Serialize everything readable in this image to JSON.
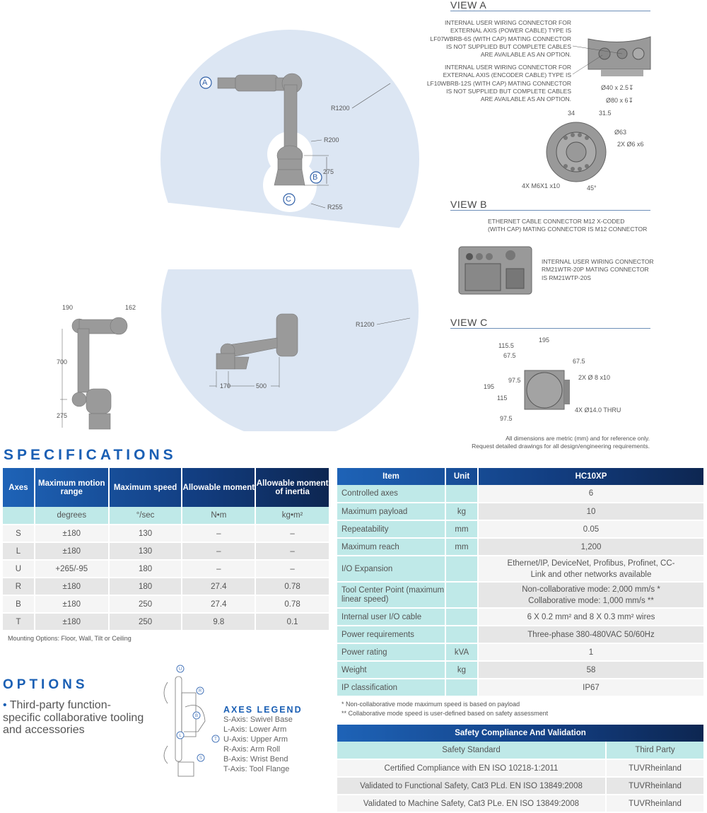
{
  "drawings": {
    "top": {
      "callouts": [
        "A",
        "B",
        "C"
      ],
      "dims": [
        "R1200",
        "R200",
        "275",
        "R255"
      ]
    },
    "side": {
      "dims": [
        "190",
        "162",
        "700",
        "275"
      ]
    },
    "plan": {
      "dims": [
        "170",
        "500",
        "R1200"
      ]
    }
  },
  "view_a": {
    "title": "VIEW A",
    "note1": [
      "INTERNAL USER WIRING CONNECTOR FOR",
      "EXTERNAL AXIS (POWER CABLE) TYPE IS",
      "LF07WBRB-6S (WITH CAP) MATING CONNECTOR",
      "IS NOT SUPPLIED BUT COMPLETE CABLES",
      "ARE AVAILABLE AS AN OPTION."
    ],
    "note2": [
      "INTERNAL USER WIRING CONNECTOR FOR",
      "EXTERNAL AXIS (ENCODER CABLE) TYPE IS",
      "LF10WBRB-12S (WITH CAP) MATING CONNECTOR",
      "IS NOT SUPPLIED BUT COMPLETE CABLES",
      "ARE AVAILABLE AS AN OPTION."
    ],
    "dims": [
      "Ø40 x 2.5↧",
      "Ø80 x 6↧",
      "34",
      "31.5",
      "Ø63",
      "2X Ø6 x6",
      "4X M6X1 x10",
      "45°"
    ]
  },
  "view_b": {
    "title": "VIEW B",
    "note1": [
      "ETHERNET CABLE CONNECTOR M12 X-CODED",
      "(WITH CAP) MATING CONNECTOR IS M12 CONNECTOR"
    ],
    "note2": [
      "INTERNAL USER WIRING CONNECTOR",
      "RM21WTR-20P MATING CONNECTOR",
      "IS RM21WTP-20S"
    ]
  },
  "view_c": {
    "title": "VIEW C",
    "dims": [
      "195",
      "115.5",
      "67.5",
      "67.5",
      "2X Ø 8 x10",
      "195",
      "97.5",
      "115",
      "97.5",
      "4X Ø14.0 THRU"
    ]
  },
  "dims_note": [
    "All dimensions are metric (mm) and for reference only.",
    "Request detailed drawings for all design/engineering requirements."
  ],
  "specs": {
    "title": "SPECIFICATIONS",
    "headers": [
      "Axes",
      "Maximum motion range",
      "Maximum speed",
      "Allowable moment",
      "Allowable moment of inertia"
    ],
    "units": [
      "",
      "degrees",
      "°/sec",
      "N•m",
      "kg•m²"
    ],
    "rows": [
      [
        "S",
        "±180",
        "130",
        "–",
        "–"
      ],
      [
        "L",
        "±180",
        "130",
        "–",
        "–"
      ],
      [
        "U",
        "+265/-95",
        "180",
        "–",
        "–"
      ],
      [
        "R",
        "±180",
        "180",
        "27.4",
        "0.78"
      ],
      [
        "B",
        "±180",
        "250",
        "27.4",
        "0.78"
      ],
      [
        "T",
        "±180",
        "250",
        "9.8",
        "0.1"
      ]
    ],
    "mounting": "Mounting Options: Floor, Wall, Tilt or Ceiling"
  },
  "options": {
    "title": "OPTIONS",
    "bullet": "Third-party function-specific collaborative tooling and accessories"
  },
  "axes_legend": {
    "title": "AXES LEGEND",
    "markers": [
      "U",
      "R",
      "B",
      "L",
      "T",
      "S"
    ],
    "items": [
      "S-Axis: Swivel Base",
      "L-Axis: Lower Arm",
      "U-Axis: Upper Arm",
      "R-Axis: Arm Roll",
      "B-Axis: Wrist Bend",
      "T-Axis: Tool Flange"
    ]
  },
  "main_table": {
    "headers": [
      "Item",
      "Unit",
      "HC10XP"
    ],
    "rows": [
      [
        "Controlled axes",
        "",
        "6"
      ],
      [
        "Maximum payload",
        "kg",
        "10"
      ],
      [
        "Repeatability",
        "mm",
        "0.05"
      ],
      [
        "Maximum reach",
        "mm",
        "1,200"
      ],
      [
        "I/O Expansion",
        "",
        "Ethernet/IP, DeviceNet, Profibus, Profinet, CC-Link and other networks available"
      ],
      [
        "Tool Center Point (maximum linear speed)",
        "",
        "Non-collaborative mode: 2,000 mm/s * Collaborative mode: 1,000 mm/s **"
      ],
      [
        "Internal user I/O cable",
        "",
        "6 X 0.2 mm² and 8 X 0.3 mm² wires"
      ],
      [
        "Power requirements",
        "",
        "Three-phase 380-480VAC 50/60Hz"
      ],
      [
        "Power rating",
        "kVA",
        "1"
      ],
      [
        "Weight",
        "kg",
        "58"
      ],
      [
        "IP classification",
        "",
        "IP67"
      ]
    ],
    "footnotes": [
      "* Non-collaborative mode maximum speed is based on payload",
      "** Collaborative mode speed is user-defined based on safety assessment"
    ]
  },
  "safety": {
    "title": "Safety Compliance And Validation",
    "headers": [
      "Safety Standard",
      "Third Party"
    ],
    "rows": [
      [
        "Certified Compliance with EN ISO 10218-1:2011",
        "TUVRheinland"
      ],
      [
        "Validated to Functional Safety, Cat3 PLd. EN ISO 13849:2008",
        "TUVRheinland"
      ],
      [
        "Validated to Machine Safety, Cat3 PLe. EN ISO 13849:2008",
        "TUVRheinland"
      ]
    ]
  },
  "colors": {
    "accent": "#1a5fb4",
    "header_dark": "#0d2651",
    "cyan": "#bfe9e8",
    "envelope": "#dce6f3"
  }
}
